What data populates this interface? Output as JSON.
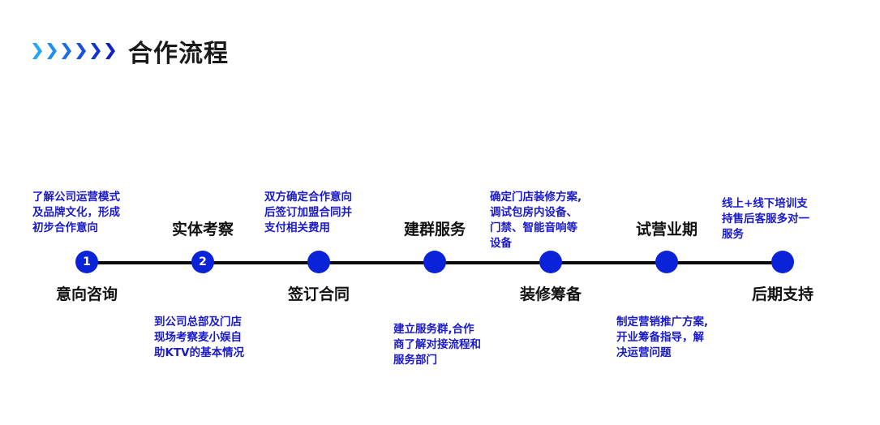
{
  "header": {
    "title": "合作流程",
    "chevron_colors": [
      "#22a7f0",
      "#1f8ef0",
      "#1b6fe6",
      "#1750dc",
      "#1333cf",
      "#1020c2"
    ]
  },
  "timeline": {
    "node_color": "#0b23d8",
    "line_color": "#0a0a0a",
    "steps": [
      {
        "number": "1",
        "label": "意向咨询",
        "description": "了解公司运营模式\n及品牌文化，形成\n初步合作意向"
      },
      {
        "number": "2",
        "label": "实体考察",
        "description": "到公司总部及门店\n现场考察麦小娱自\n助KTV的基本情况"
      },
      {
        "number": "",
        "label": "签订合同",
        "description": "双方确定合作意向\n后签订加盟合同并\n支付相关费用"
      },
      {
        "number": "",
        "label": "建群服务",
        "description": "建立服务群,合作\n商了解对接流程和\n服务部门"
      },
      {
        "number": "",
        "label": "装修筹备",
        "description": "确定门店装修方案,\n调试包房内设备、\n门禁、智能音响等\n设备"
      },
      {
        "number": "",
        "label": "试营业期",
        "description": "制定营销推广方案,\n开业筹备指导，解\n决运营问题"
      },
      {
        "number": "",
        "label": "后期支持",
        "description": "线上+线下培训支\n持售后客服多对一\n服务"
      }
    ]
  }
}
